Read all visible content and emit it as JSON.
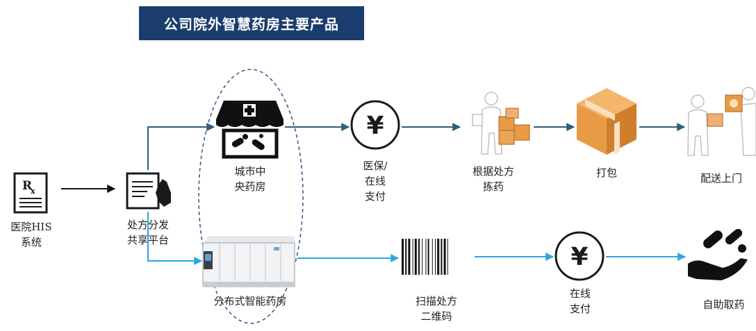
{
  "title": "公司院外智慧药房主要产品",
  "nodes": {
    "his": "医院HIS\n系统",
    "platform": "处方分发\n共享平台",
    "central_pharmacy": "城市中\n央药房",
    "distributed_pharmacy": "分布式智能药房",
    "pay_insurance": "医保/\n在线\n支付",
    "pick_by_rx": "根据处方\n拣药",
    "pack": "打包",
    "deliver": "配送上门",
    "scan_qr": "扫描处方\n二维码",
    "pay_online": "在线\n支付",
    "self_pickup": "自助取药"
  },
  "icons": {
    "rx": "rx-document-icon",
    "platform": "document-hand-icon",
    "store": "pharmacy-store-icon",
    "kiosk": "smart-pharmacy-cabinet-icon",
    "yen": "yen-coin-icon",
    "picker": "worker-boxes-icon",
    "box": "package-box-icon",
    "courier": "delivery-person-icon",
    "barcode": "barcode-icon",
    "hand_pills": "hand-pills-icon"
  },
  "colors": {
    "title_bg": "#1b3d6e",
    "upper_flow": "#2f5f7c",
    "lower_flow": "#29a9e0",
    "box": "#e99a45"
  }
}
